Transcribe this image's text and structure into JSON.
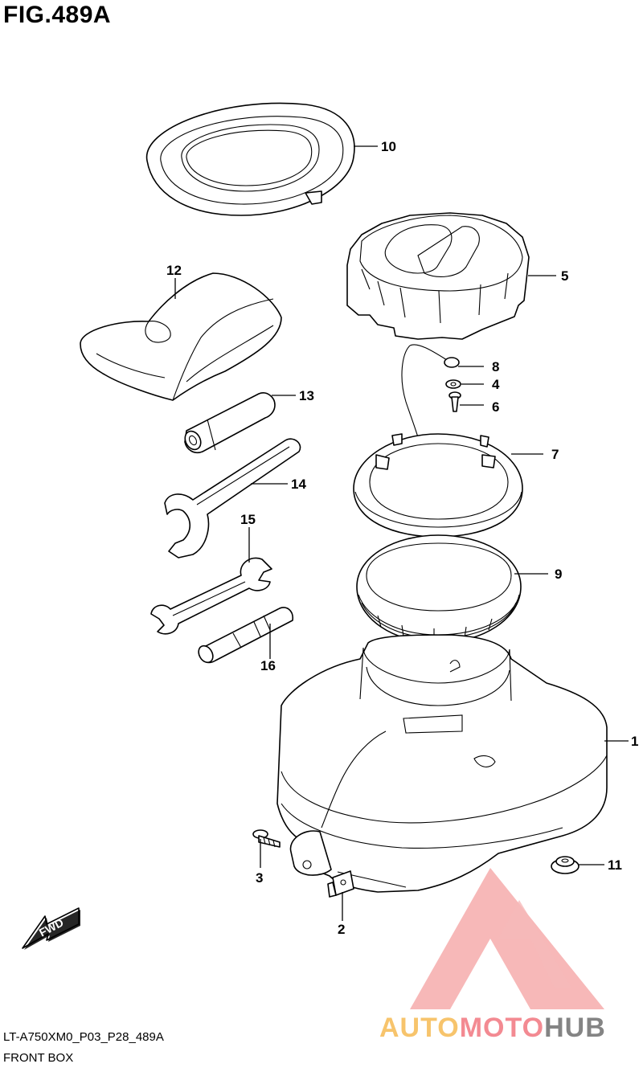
{
  "figure": {
    "title": "FIG.489A",
    "code": "LT-A750XM0_P03_P28_489A",
    "name": "FRONT BOX"
  },
  "orientation_arrow": {
    "label": "FWD"
  },
  "callouts": [
    "1",
    "2",
    "3",
    "4",
    "5",
    "6",
    "7",
    "8",
    "9",
    "10",
    "11",
    "12",
    "13",
    "14",
    "15",
    "16"
  ],
  "watermark": {
    "text_parts": [
      "AUTO",
      "MOTO",
      "HUB"
    ],
    "colors": {
      "auto": "#f5b13c",
      "moto": "#f0646e",
      "hub": "#5b5b5b",
      "logo": "#f08080"
    }
  }
}
